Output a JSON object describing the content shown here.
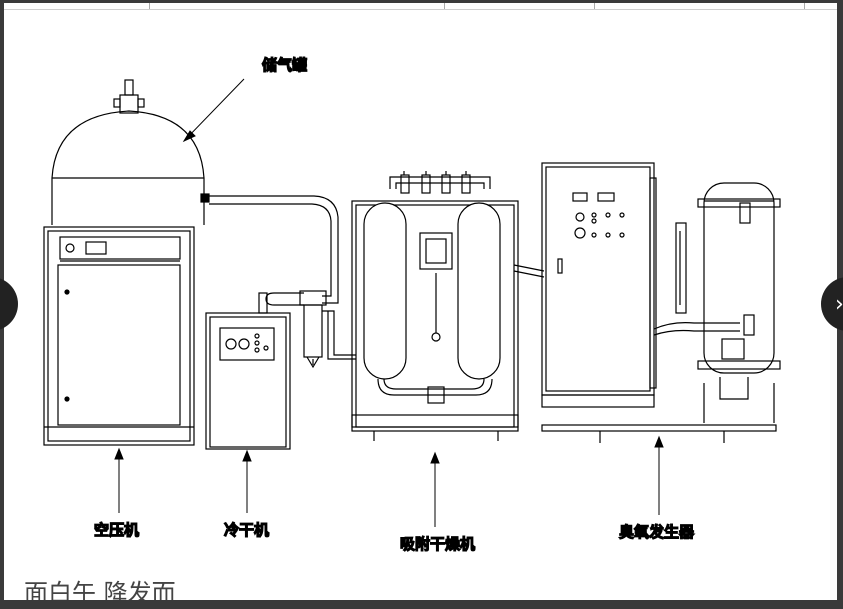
{
  "labels": {
    "tank": "储气罐",
    "compressor": "空压机",
    "dryer": "冷干机",
    "adsorption": "吸附干燥机",
    "ozone": "臭氧发生器"
  },
  "nav": {
    "prev_icon": "chevron-left-icon",
    "next_icon": "chevron-right-icon",
    "next_glyph": "›"
  },
  "footer_text": "面白午 降发而"
}
